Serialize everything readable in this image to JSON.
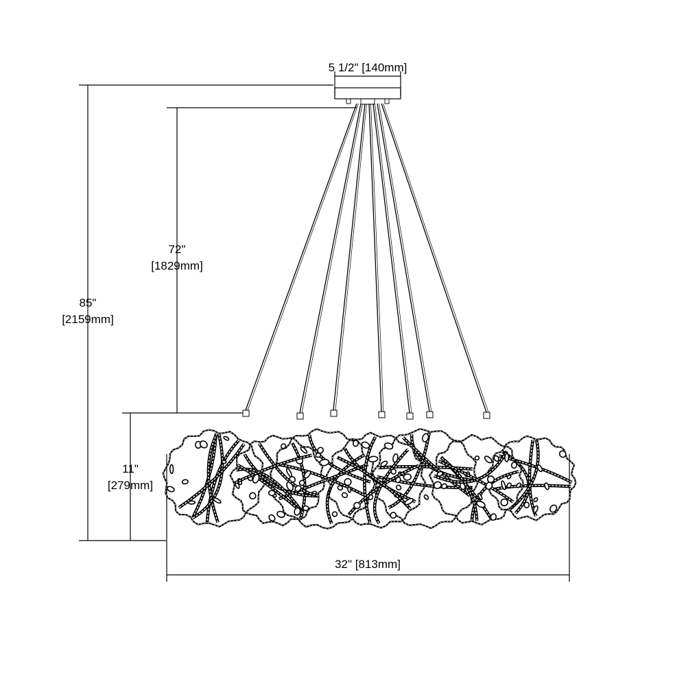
{
  "dimensions": {
    "canopy_width": "5 1/2\" [140mm]",
    "drop_in": "72\"",
    "drop_mm": "[1829mm]",
    "overall_height_in": "85\"",
    "overall_height_mm": "[2159mm]",
    "fixture_height_in": "11\"",
    "fixture_height_mm": "[279mm]",
    "fixture_width": "32\" [813mm]"
  },
  "pendant_count": 7,
  "colors": {
    "line": "#000000",
    "background": "#ffffff"
  }
}
